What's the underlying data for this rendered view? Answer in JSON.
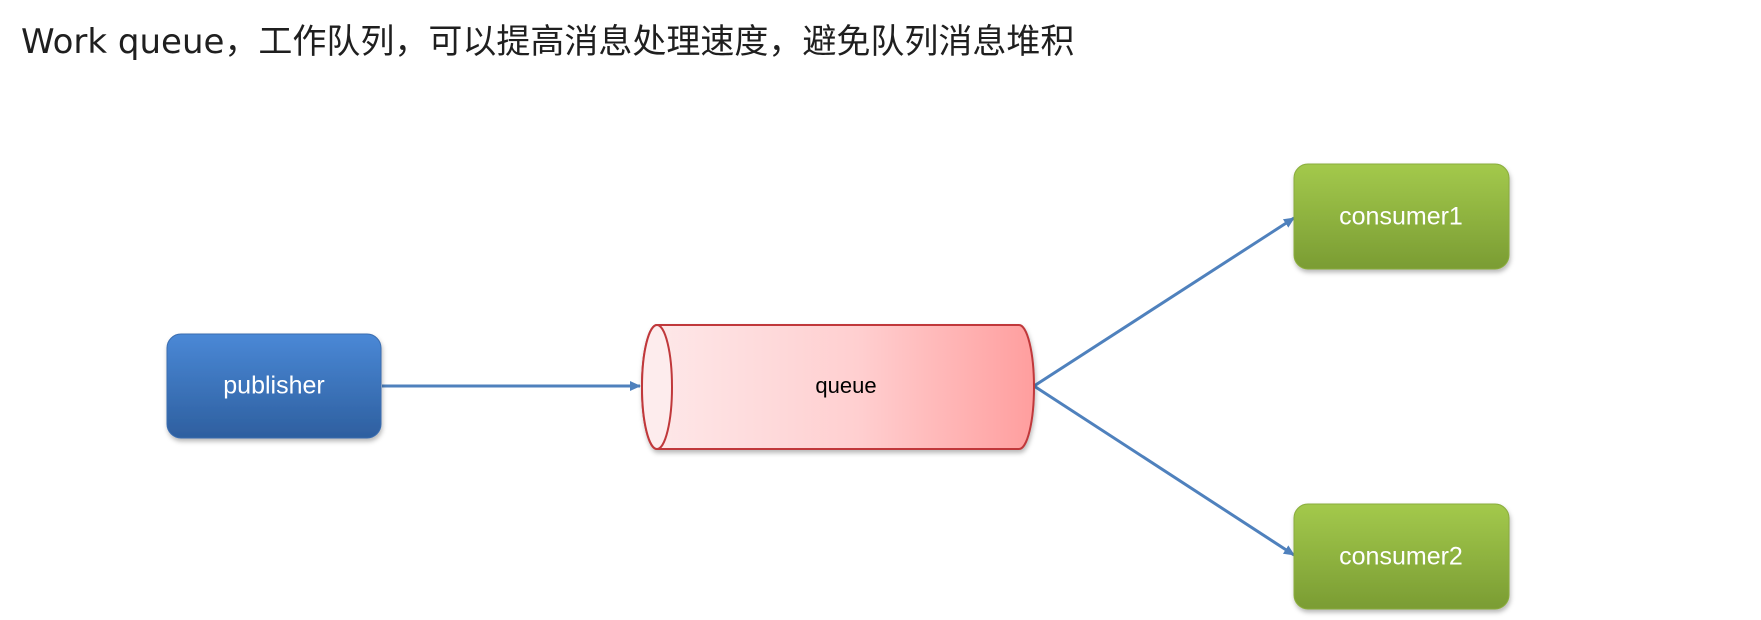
{
  "title": "Work queue，工作队列，可以提高消息处理速度，避免队列消息堆积",
  "nodes": {
    "publisher": {
      "label": "publisher"
    },
    "queue": {
      "label": "queue"
    },
    "consumer1": {
      "label": "consumer1"
    },
    "consumer2": {
      "label": "consumer2"
    }
  },
  "colors": {
    "publisher_top": "#4a88d6",
    "publisher_bottom": "#2e5f9f",
    "queue_left": "#fde9ea",
    "queue_right": "#ff9e9e",
    "queue_stroke": "#c0393b",
    "consumer_top": "#a3c94c",
    "consumer_bottom": "#7a9c33",
    "arrow": "#4f81bd"
  }
}
